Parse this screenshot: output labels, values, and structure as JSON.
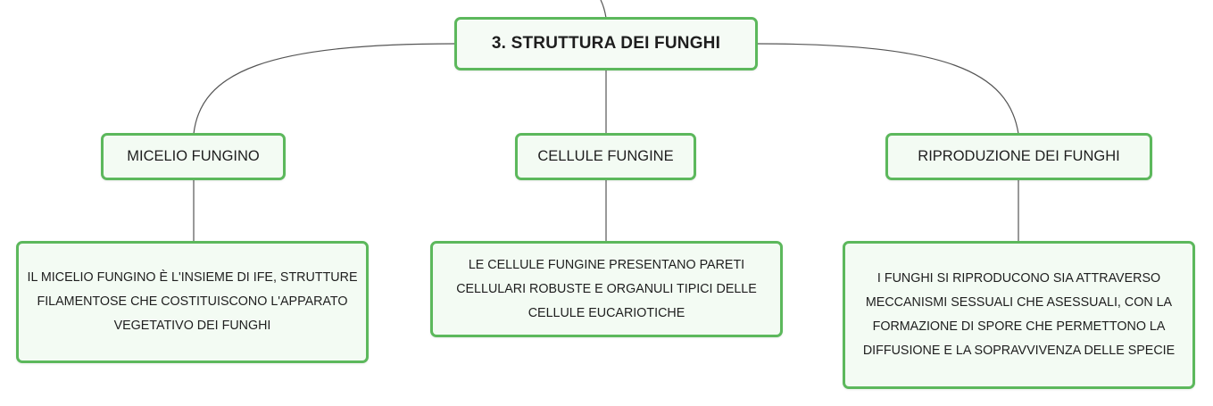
{
  "root": {
    "label": "3. STRUTTURA DEI FUNGHI"
  },
  "branches": [
    {
      "title": "MICELIO FUNGINO",
      "description": "IL MICELIO FUNGINO È L'INSIEME DI IFE, STRUTTURE FILAMENTOSE CHE COSTITUISCONO L'APPARATO VEGETATIVO DEI FUNGHI"
    },
    {
      "title": "CELLULE FUNGINE",
      "description": "LE CELLULE FUNGINE PRESENTANO PARETI CELLULARI ROBUSTE E ORGANULI TIPICI DELLE CELLULE EUCARIOTICHE"
    },
    {
      "title": "RIPRODUZIONE DEI FUNGHI",
      "description": "I FUNGHI SI RIPRODUCONO SIA ATTRAVERSO MECCANISMI SESSUALI CHE ASESSUALI, CON LA FORMAZIONE DI SPORE CHE PERMETTONO LA DIFFUSIONE E LA SOPRAVVIVENZA DELLE SPECIE"
    }
  ],
  "colors": {
    "border": "#5cb85c",
    "fill": "#f3fbf3",
    "line": "#555555"
  }
}
